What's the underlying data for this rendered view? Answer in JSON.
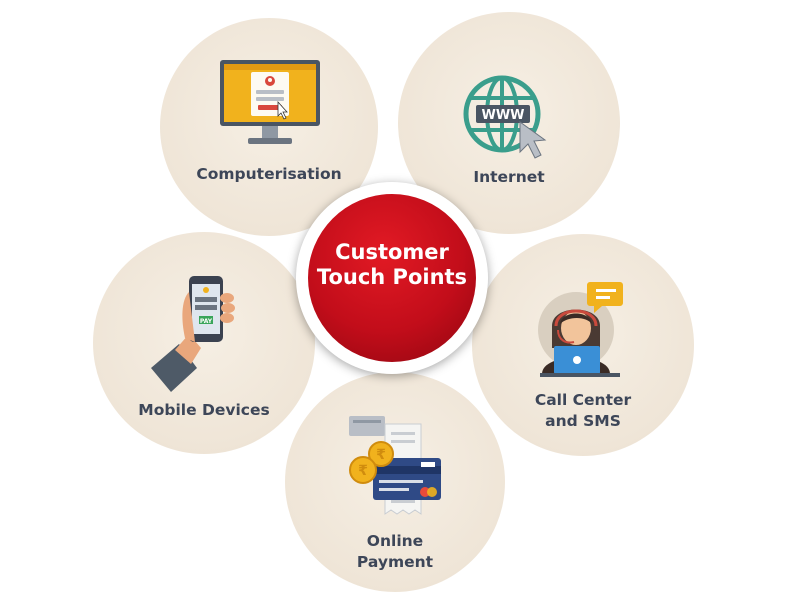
{
  "center": {
    "lines": [
      "Customer",
      "Touch",
      "Points"
    ]
  },
  "nodes": {
    "computerisation": {
      "label": "Computerisation",
      "icon": "computer-login-icon"
    },
    "internet": {
      "label": "Internet",
      "icon": "globe-www-cursor-icon"
    },
    "mobile": {
      "label": "Mobile Devices",
      "icon": "hand-holding-phone-icon"
    },
    "callcenter": {
      "lines": [
        "Call Center",
        "and SMS"
      ],
      "icon": "call-center-agent-icon"
    },
    "payment": {
      "lines": [
        "Online",
        "Payment"
      ],
      "icon": "card-coins-receipt-icon"
    }
  },
  "icon_text": {
    "www": "WWW",
    "pay": "PAY"
  },
  "colors": {
    "center_red": "#c20d1a",
    "node_bg": "#efe5d7",
    "label": "#3d4658",
    "globe": "#3a9e8c"
  }
}
